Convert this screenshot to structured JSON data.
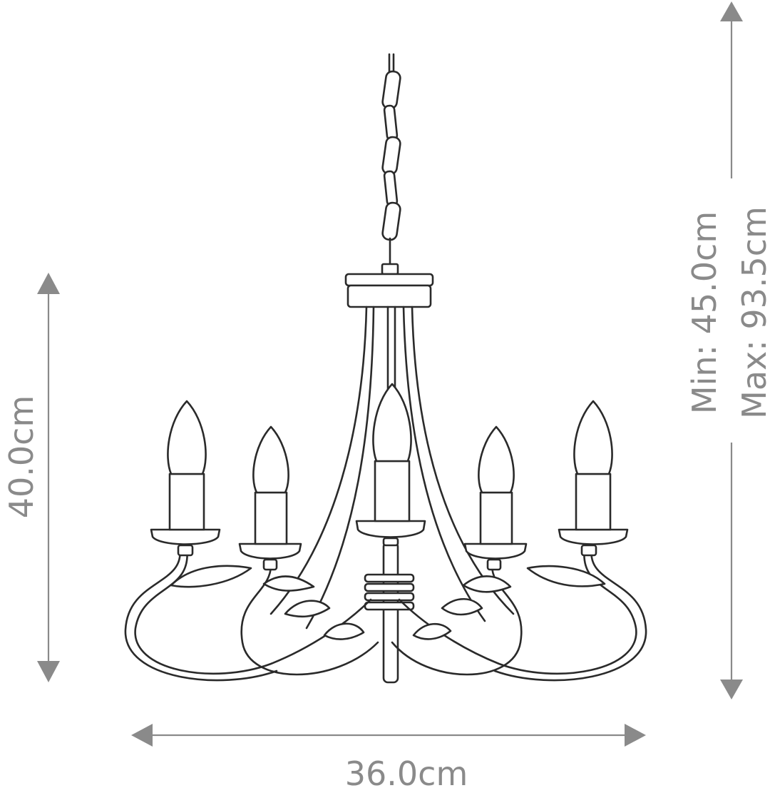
{
  "dimensions": {
    "height_label": "40.0cm",
    "width_label": "36.0cm",
    "drop_min_label": "Min: 45.0cm",
    "drop_max_label": "Max: 93.5cm"
  },
  "colors": {
    "dimension_gray": "#8a8a8a",
    "outline": "#2a2a2a",
    "background": "#ffffff"
  },
  "drawing": {
    "candle_count": 5
  }
}
